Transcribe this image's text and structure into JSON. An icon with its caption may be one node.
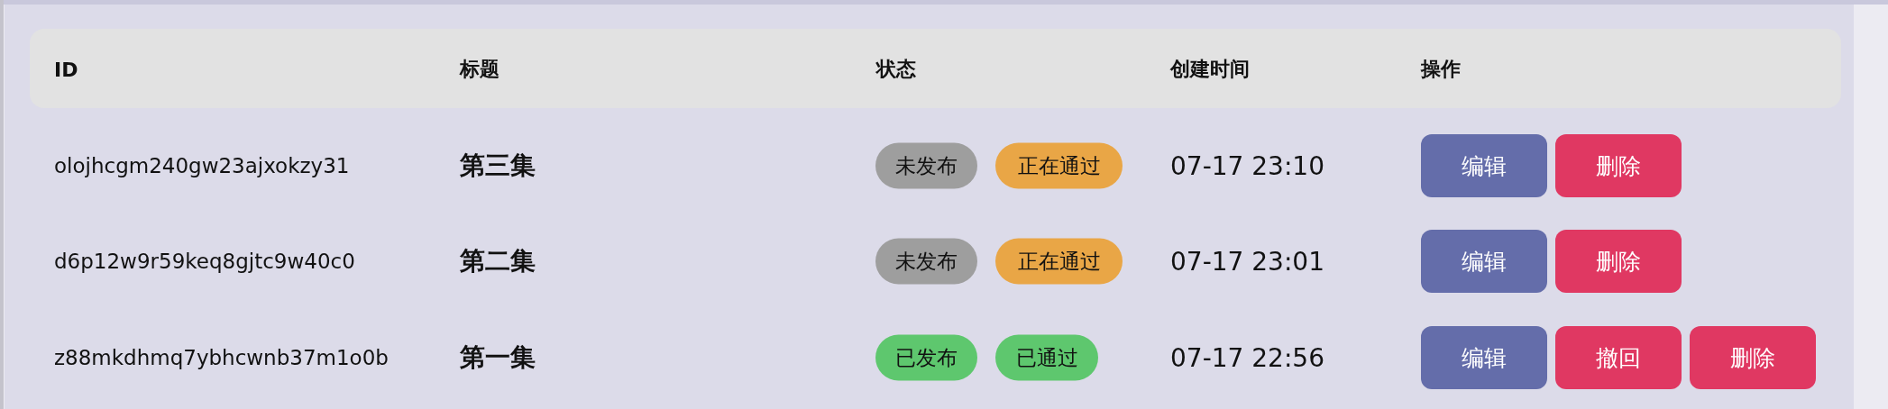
{
  "diagram": {
    "labels": [
      "ID",
      "标题",
      "状态",
      "创建时间",
      "操作",
      "olojhcgm240gw23ajxokzy31",
      "第三集",
      "未发布",
      "正在通过",
      "07-17 23:10",
      "编辑",
      "删除",
      "d6p12w9r59keq8gjtc9w40c0",
      "第二集",
      "未发布",
      "正在通过",
      "07-17 23:01",
      "编辑",
      "删除",
      "z88mkdhmq7ybhcwnb37m1o0b",
      "第一集",
      "已发布",
      "已通过",
      "07-17 22:56",
      "编辑",
      "撤回",
      "删除"
    ]
  }
}
